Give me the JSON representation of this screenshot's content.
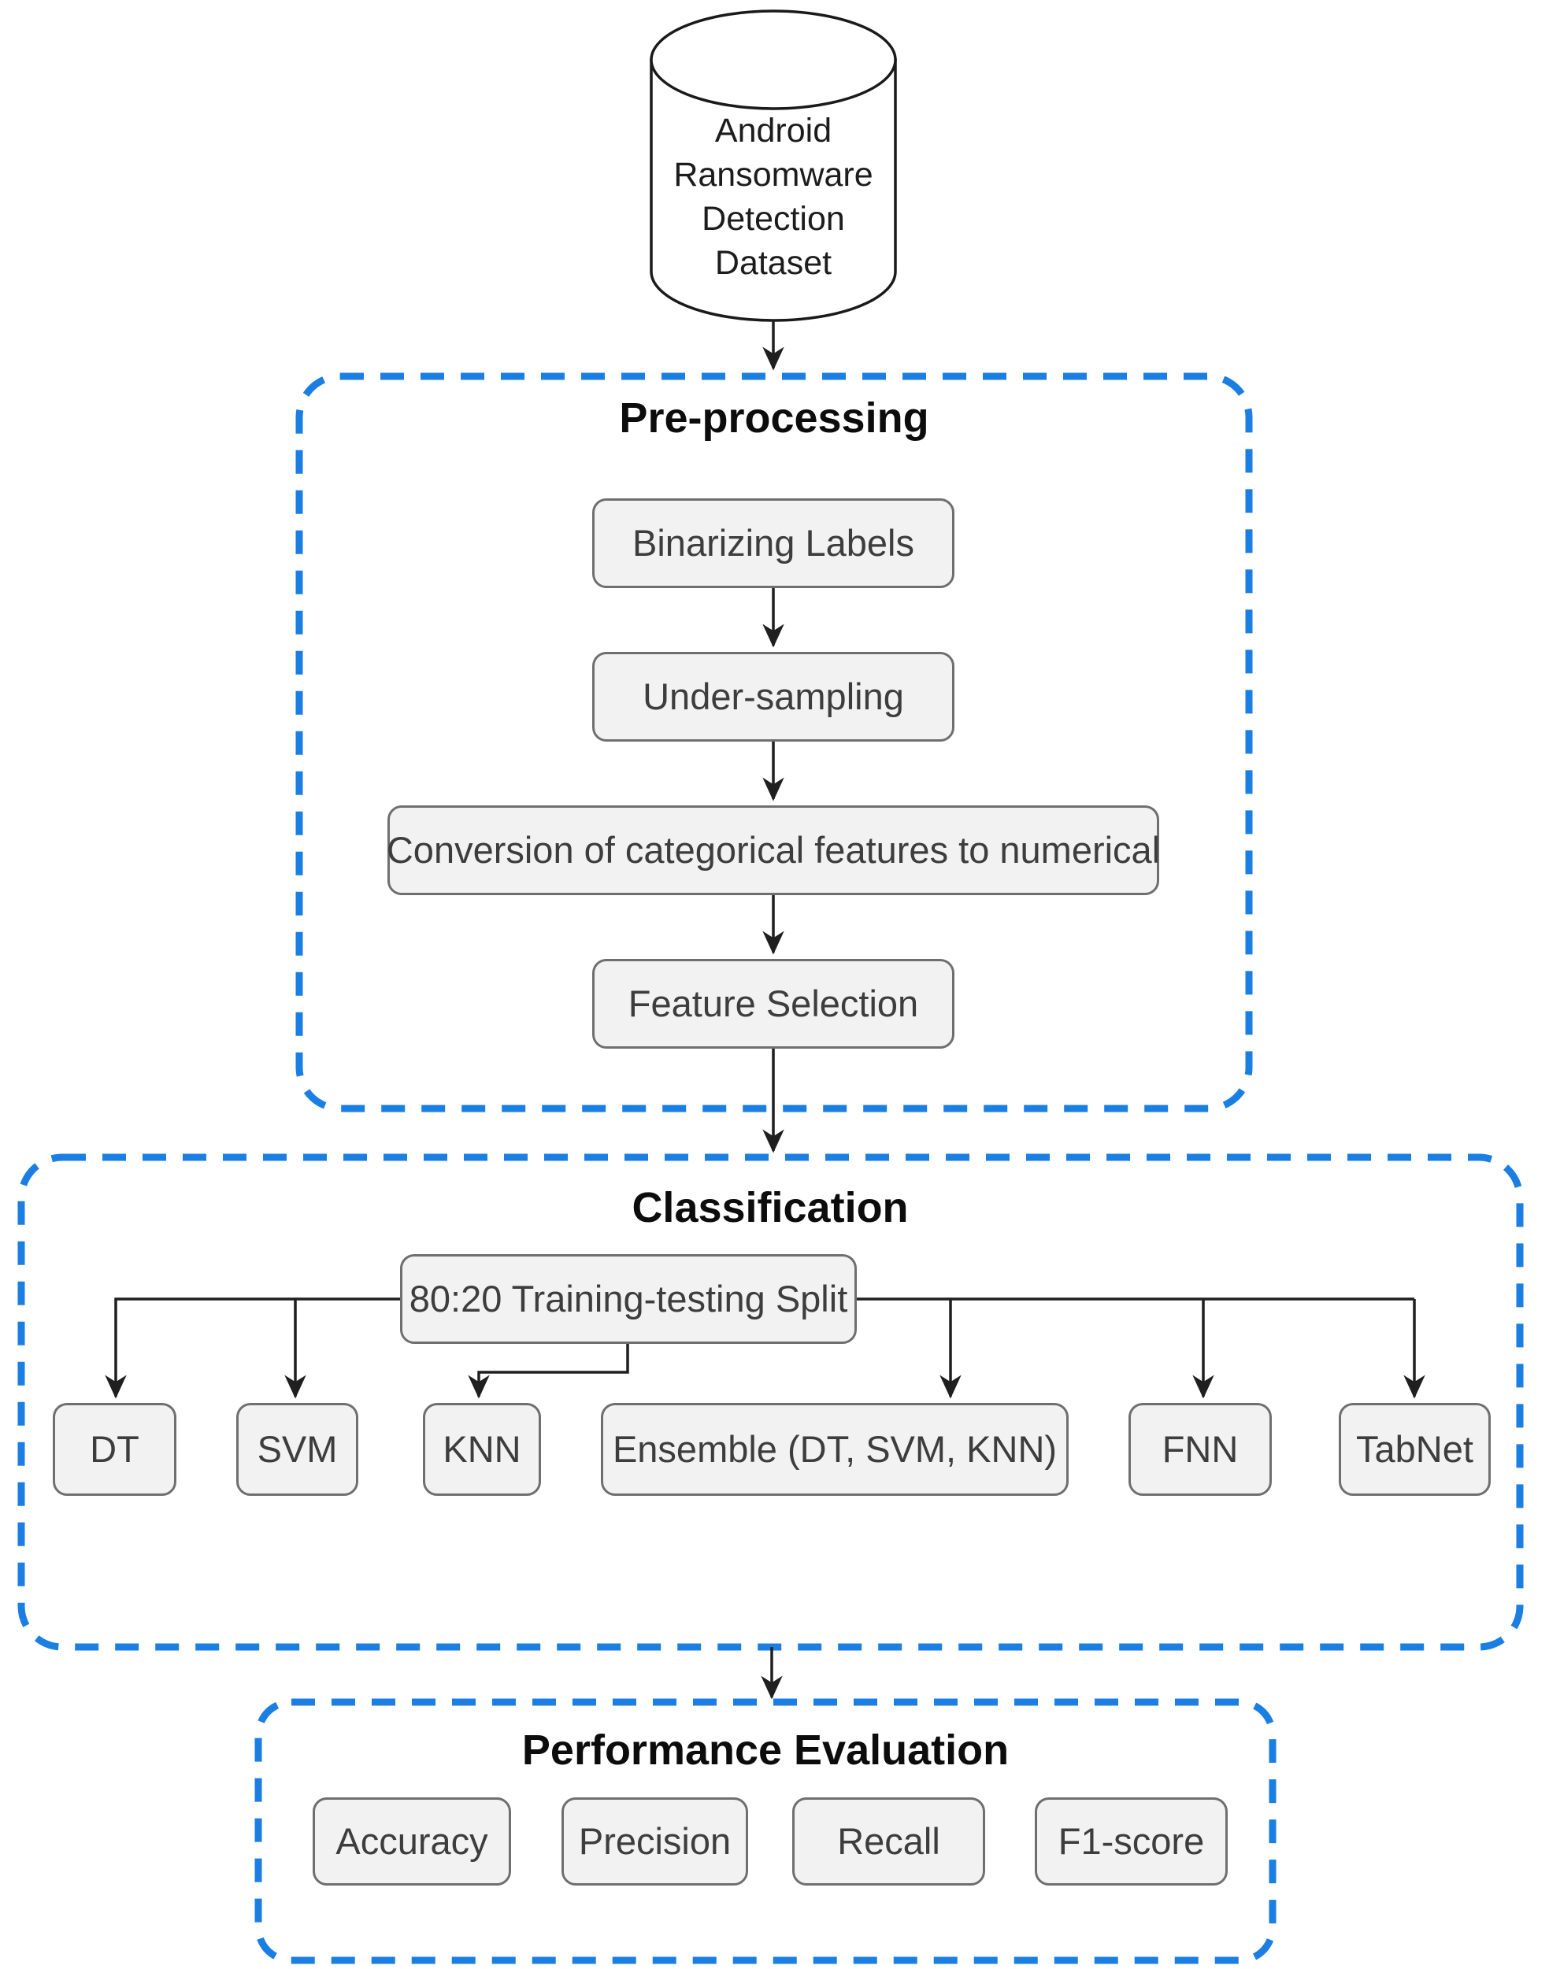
{
  "diagram": {
    "dataset": {
      "label": "Android Ransomware Detection Dataset",
      "label_lines": [
        "Android",
        "Ransomware",
        "Detection",
        "Dataset"
      ]
    },
    "sections": {
      "preprocessing": {
        "title": "Pre-processing",
        "steps": [
          "Binarizing Labels",
          "Under-sampling",
          "Conversion of categorical features to numerical",
          "Feature Selection"
        ]
      },
      "classification": {
        "title": "Classification",
        "split": "80:20 Training-testing Split",
        "models": [
          "DT",
          "SVM",
          "KNN",
          "Ensemble (DT, SVM, KNN)",
          "FNN",
          "TabNet"
        ]
      },
      "evaluation": {
        "title": "Performance Evaluation",
        "metrics": [
          "Accuracy",
          "Precision",
          "Recall",
          "F1-score"
        ]
      }
    },
    "colors": {
      "accent_blue": "#1b7ee3",
      "node_fill": "#f2f2f2",
      "node_border": "#6f6f6f",
      "line": "#1f1f1f"
    }
  }
}
